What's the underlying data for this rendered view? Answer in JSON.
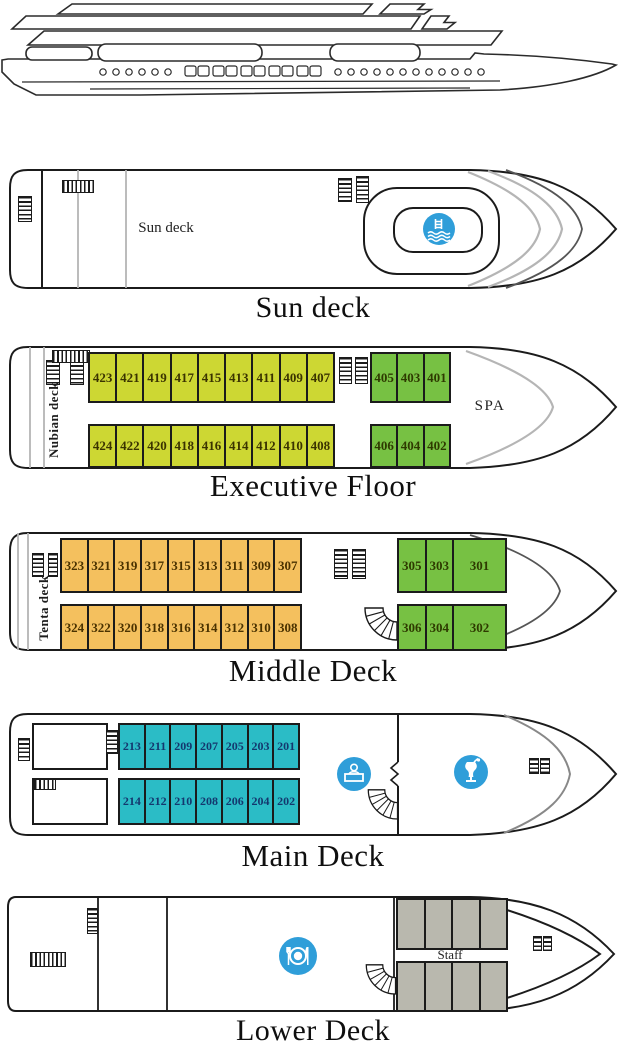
{
  "colors": {
    "cabin_yellow": "#cdd733",
    "cabin_green": "#77c143",
    "cabin_orange": "#f4c05e",
    "cabin_cyan": "#2bbcc6",
    "staff_gray": "#b9b8ae",
    "icon_circle_blue": "#2f9ed9"
  },
  "icons": {
    "pool": "pool-icon",
    "reception": "reception-icon",
    "bar": "bar-icon",
    "restaurant": "restaurant-icon",
    "stairs": "stairs-icon",
    "spiral_stairs": "spiral-stairs-icon"
  },
  "sun_deck": {
    "title": "Sun deck",
    "deck_label": "Sun deck"
  },
  "executive_floor": {
    "title": "Executive Floor",
    "stern_label": "Nubian deck",
    "spa_label": "SPA",
    "cabins_top_aft": [
      "423",
      "421",
      "419",
      "417",
      "415",
      "413",
      "411",
      "409",
      "407"
    ],
    "cabins_top_forward": [
      "405",
      "403",
      "401"
    ],
    "cabins_bottom_aft": [
      "424",
      "422",
      "420",
      "418",
      "416",
      "414",
      "412",
      "410",
      "408"
    ],
    "cabins_bottom_forward": [
      "406",
      "404",
      "402"
    ]
  },
  "middle_deck": {
    "title": "Middle Deck",
    "stern_label": "Tenta deck",
    "cabins_top_aft": [
      "323",
      "321",
      "319",
      "317",
      "315",
      "313",
      "311",
      "309",
      "307"
    ],
    "cabins_top_forward": [
      "305",
      "303",
      "301"
    ],
    "cabins_bottom_aft": [
      "324",
      "322",
      "320",
      "318",
      "316",
      "314",
      "312",
      "310",
      "308"
    ],
    "cabins_bottom_forward": [
      "306",
      "304",
      "302"
    ]
  },
  "main_deck": {
    "title": "Main Deck",
    "cabins_top": [
      "213",
      "211",
      "209",
      "207",
      "205",
      "203",
      "201"
    ],
    "cabins_bottom": [
      "214",
      "212",
      "210",
      "208",
      "206",
      "204",
      "202"
    ]
  },
  "lower_deck": {
    "title": "Lower Deck",
    "staff_label": "Staff"
  }
}
